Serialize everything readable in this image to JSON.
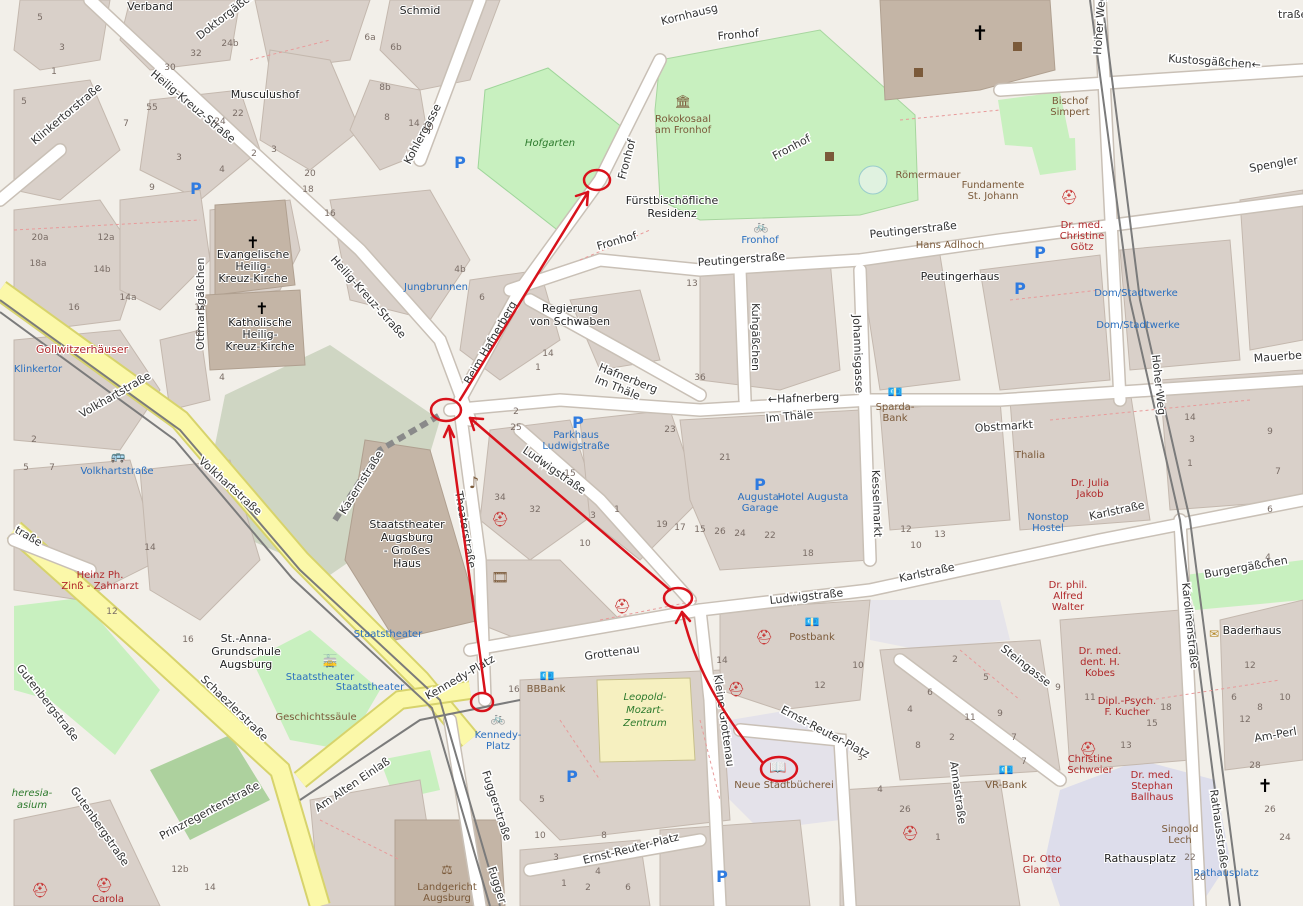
{
  "colors": {
    "background": "#f2efe9",
    "building": "#d9d0c9",
    "building_edge": "#c4b8ae",
    "road": "#ffffff",
    "road_edge": "#c9c0b6",
    "primary": "#fbf8a9",
    "primary_edge": "#d7d36c",
    "rail": "#7b7b7b",
    "park": "#c8f0bf",
    "park2": "#add19e",
    "square": "#ddddeb",
    "annotation": "#d8121b"
  },
  "streets": [
    {
      "id": "heilig-kreuz-strasse-north",
      "label": "Heilig-Kreuz-Straße"
    },
    {
      "id": "heilig-kreuz-strasse-south",
      "label": "Heilig-Kreuz-Straße"
    },
    {
      "id": "klinkertorstrasse",
      "label": "Klinkertorstraße"
    },
    {
      "id": "doktorgaesschen",
      "label": "Doktorgäßchen"
    },
    {
      "id": "kohlergasse",
      "label": "Kohlergasse"
    },
    {
      "id": "ottmarsgaesschen",
      "label": "Ottmarsgäßchen"
    },
    {
      "id": "volkhartstrasse-1",
      "label": "Volkhartstraße"
    },
    {
      "id": "volkhartstrasse-2",
      "label": "Volkhartstraße"
    },
    {
      "id": "kasernstrasse",
      "label": "Kasernstraße"
    },
    {
      "id": "beim-hafnerberg",
      "label": "Beim Hafnerberg"
    },
    {
      "id": "theaterstrasse",
      "label": "Theaterstraße"
    },
    {
      "id": "ludwigstrasse-diag",
      "label": "Ludwigstraße"
    },
    {
      "id": "hafnerberg-diag",
      "label": "Hafnerberg"
    },
    {
      "id": "im-thaele-diag",
      "label": "Im Thäle"
    },
    {
      "id": "im-thaele",
      "label": "Im Thäle"
    },
    {
      "id": "hafnerberg",
      "label": "←Hafnerberg"
    },
    {
      "id": "fronhof-1",
      "label": "Fronhof"
    },
    {
      "id": "fronhof-2",
      "label": "Fronhof"
    },
    {
      "id": "fronhof-3",
      "label": "Fronhof"
    },
    {
      "id": "fronhof-4",
      "label": "Fronhof"
    },
    {
      "id": "peutingerstrasse",
      "label": "Peutingerstraße"
    },
    {
      "id": "peutingerstrasse-2",
      "label": "Peutingerstraße"
    },
    {
      "id": "kuhgaesschen",
      "label": "Kuhgäßchen"
    },
    {
      "id": "johannisgasse",
      "label": "Johannisgasse"
    },
    {
      "id": "obstmarkt",
      "label": "Obstmarkt"
    },
    {
      "id": "kesselmarkt",
      "label": "Kesselmarkt"
    },
    {
      "id": "karlstrasse",
      "label": "Karlstraße"
    },
    {
      "id": "karlstrasse-2",
      "label": "Karlstraße"
    },
    {
      "id": "ludwigstrasse",
      "label": "Ludwigstraße"
    },
    {
      "id": "grottenau",
      "label": "Grottenau"
    },
    {
      "id": "kennedy-platz",
      "label": "Kennedy-Platz"
    },
    {
      "id": "kleine-grottenau",
      "label": "Kleine Grottenau"
    },
    {
      "id": "ernst-reuter-platz",
      "label": "Ernst-Reuter-Platz"
    },
    {
      "id": "ernst-reuter-platz-2",
      "label": "Ernst-Reuter-Platz"
    },
    {
      "id": "fuggerstrasse",
      "label": "Fuggerstraße"
    },
    {
      "id": "fugger",
      "label": "Fugger"
    },
    {
      "id": "schaezlerstrasse",
      "label": "Schaezlerstraße"
    },
    {
      "id": "gutenbergstrasse-1",
      "label": "Gutenbergstraße"
    },
    {
      "id": "gutenbergstrasse-2",
      "label": "Gutenbergstraße"
    },
    {
      "id": "prinzregentenstrasse",
      "label": "Prinzregentenstraße"
    },
    {
      "id": "am-alten-einlass",
      "label": "Am Alten Einlaß"
    },
    {
      "id": "steingasse",
      "label": "Steingasse"
    },
    {
      "id": "annastrasse",
      "label": "Annastraße"
    },
    {
      "id": "karolinenstrasse",
      "label": "Karolinenstraße"
    },
    {
      "id": "hoher-weg-1",
      "label": "Hoher Weg"
    },
    {
      "id": "hoher-weg-2",
      "label": "Hoher Weg"
    },
    {
      "id": "rathausstrasse",
      "label": "Rathausstraße"
    },
    {
      "id": "kornhausgasse",
      "label": "Kornhausg"
    },
    {
      "id": "kustosgaesschen",
      "label": "Kustosgäßchen←"
    },
    {
      "id": "spenglergaesschen",
      "label": "Spengler"
    },
    {
      "id": "mauerberg",
      "label": "Mauerbe"
    },
    {
      "id": "burgergaesschen",
      "label": "Burgergäßchen"
    },
    {
      "id": "am-perlach",
      "label": "Am-Perl"
    },
    {
      "id": "strasse-edge",
      "label": "traße"
    },
    {
      "id": "strasse-edge-2",
      "label": "traße"
    }
  ],
  "places": [
    {
      "id": "musculushof",
      "label": "Musculushof"
    },
    {
      "id": "evang-kirche",
      "label": "Evangelische Heilig- Kreuz-Kirche"
    },
    {
      "id": "kath-kirche",
      "label": "Katholische Heilig- Kreuz-Kirche"
    },
    {
      "id": "gollwitzerhaeuser",
      "label": "Gollwitzerhäuser"
    },
    {
      "id": "fuerstbischoefliche-residenz",
      "label": "Fürstbischöfliche Residenz"
    },
    {
      "id": "regierung-schwaben",
      "label": "Regierung von Schwaben"
    },
    {
      "id": "staatstheater",
      "label": "Staatstheater Augsburg - Großes Haus"
    },
    {
      "id": "st-anna",
      "label": "St.-Anna- Grundschule Augsburg"
    },
    {
      "id": "peutingerhaus",
      "label": "Peutingerhaus"
    },
    {
      "id": "baderhaus",
      "label": "Baderhaus"
    },
    {
      "id": "rathausplatz",
      "label": "Rathausplatz"
    },
    {
      "id": "schmid",
      "label": "Schmid"
    },
    {
      "id": "verband",
      "label": "Verband"
    }
  ],
  "pois": [
    {
      "id": "rokokosaal",
      "label": "Rokokosaal am Fronhof",
      "kind": "brown"
    },
    {
      "id": "roemermauer",
      "label": "Römermauer",
      "kind": "brown"
    },
    {
      "id": "fundamente",
      "label": "Fundamente St. Johann",
      "kind": "brown"
    },
    {
      "id": "bischof-simpert",
      "label": "Bischof Simpert",
      "kind": "brown"
    },
    {
      "id": "hans-adlhoch",
      "label": "Hans Adlhoch",
      "kind": "brown"
    },
    {
      "id": "dr-christine-goetz",
      "label": "Dr. med. Christine Götz",
      "kind": "red"
    },
    {
      "id": "dom-stadtwerke-1",
      "label": "Dom/Stadtwerke",
      "kind": "blue"
    },
    {
      "id": "dom-stadtwerke-2",
      "label": "Dom/Stadtwerke",
      "kind": "blue"
    },
    {
      "id": "jungbrunnen",
      "label": "Jungbrunnen",
      "kind": "blue"
    },
    {
      "id": "fronhof-bike",
      "label": "Fronhof",
      "kind": "blue"
    },
    {
      "id": "parkhaus-ludwigstrasse",
      "label": "Parkhaus Ludwigstraße",
      "kind": "blue"
    },
    {
      "id": "augusta-garage",
      "label": "Augusta- Garage",
      "kind": "blue"
    },
    {
      "id": "hotel-augusta",
      "label": "Hotel Augusta",
      "kind": "blue"
    },
    {
      "id": "sparda-bank",
      "label": "Sparda- Bank",
      "kind": "brown"
    },
    {
      "id": "thalia",
      "label": "Thalia",
      "kind": "brown"
    },
    {
      "id": "dr-julia-jakob",
      "label": "Dr. Julia Jakob",
      "kind": "red"
    },
    {
      "id": "nonstop-hostel",
      "label": "Nonstop Hostel",
      "kind": "blue"
    },
    {
      "id": "dr-phil-alfred-walter",
      "label": "Dr. phil. Alfred Walter",
      "kind": "red"
    },
    {
      "id": "dr-med-dent-kobes",
      "label": "Dr. med. dent. H. Kobes",
      "kind": "red"
    },
    {
      "id": "dipl-psych-kucher",
      "label": "Dipl.-Psych. F. Kucher",
      "kind": "red"
    },
    {
      "id": "christine-schweier",
      "label": "Christine Schweier",
      "kind": "red"
    },
    {
      "id": "dr-stephan-ballhaus",
      "label": "Dr. med. Stephan Ballhaus",
      "kind": "red"
    },
    {
      "id": "singold-lech",
      "label": "Singold Lech",
      "kind": "brown"
    },
    {
      "id": "rathausplatz-stop",
      "label": "Rathausplatz",
      "kind": "blue"
    },
    {
      "id": "vr-bank",
      "label": "VR-Bank",
      "kind": "brown"
    },
    {
      "id": "dr-otto-glanzer",
      "label": "Dr. Otto Glanzer",
      "kind": "red"
    },
    {
      "id": "neue-stadtbuecherei",
      "label": "Neue Stadtbücherei",
      "kind": "brown"
    },
    {
      "id": "postbank",
      "label": "Postbank",
      "kind": "brown"
    },
    {
      "id": "bbbank",
      "label": "BBBank",
      "kind": "brown"
    },
    {
      "id": "kennedy-platz-stop",
      "label": "Kennedy- Platz",
      "kind": "blue"
    },
    {
      "id": "staatstheater-stop-1",
      "label": "Staatstheater",
      "kind": "blue"
    },
    {
      "id": "staatstheater-stop-2",
      "label": "Staatstheater",
      "kind": "blue"
    },
    {
      "id": "staatstheater-stop-3",
      "label": "Staatstheater",
      "kind": "blue"
    },
    {
      "id": "geschichtssaeule",
      "label": "Geschichtssäule",
      "kind": "brown"
    },
    {
      "id": "volkhartstrasse-stop",
      "label": "Volkhartstraße",
      "kind": "blue"
    },
    {
      "id": "klinkertor",
      "label": "Klinkertor",
      "kind": "blue"
    },
    {
      "id": "heinz-ph-zinss",
      "label": "Heinz Ph. Zinß - Zahnarzt",
      "kind": "red"
    },
    {
      "id": "carola",
      "label": "Carola",
      "kind": "red"
    },
    {
      "id": "landgericht",
      "label": "Landgericht Augsburg",
      "kind": "brown"
    },
    {
      "id": "theresia-gymnasium",
      "label": "heresia- asium",
      "kind": "italic"
    },
    {
      "id": "hofgarten",
      "label": "Hofgarten",
      "kind": "italic"
    },
    {
      "id": "leopold-mozart-zentrum",
      "label": "Leopold- Mozart- Zentrum",
      "kind": "italic"
    }
  ],
  "house_numbers": [
    "5",
    "24b",
    "22",
    "24",
    "6b",
    "6a",
    "8b",
    "8",
    "14",
    "10",
    "5",
    "3",
    "1",
    "30",
    "32",
    "55",
    "3",
    "7",
    "9",
    "4",
    "2",
    "3",
    "18",
    "16",
    "20",
    "12a",
    "20a",
    "14b",
    "18a",
    "14a",
    "16",
    "12",
    "6",
    "4",
    "4b",
    "6",
    "13",
    "14",
    "1",
    "2",
    "25",
    "36",
    "23",
    "21",
    "34",
    "32",
    "10",
    "15",
    "3",
    "1",
    "19",
    "17",
    "15",
    "26",
    "24",
    "22",
    "18",
    "16",
    "14",
    "12",
    "10",
    "8",
    "6",
    "4",
    "2",
    "26",
    "1",
    "2",
    "3",
    "4",
    "9",
    "7",
    "5",
    "11",
    "10",
    "12",
    "13",
    "14",
    "3",
    "1",
    "9",
    "7",
    "6",
    "4",
    "12",
    "10",
    "8",
    "6",
    "12",
    "28",
    "26",
    "24",
    "22",
    "20",
    "18",
    "15",
    "13",
    "11",
    "9",
    "7",
    "5",
    "3",
    "1",
    "2",
    "4",
    "6",
    "8",
    "10",
    "12",
    "14",
    "16",
    "12b",
    "14",
    "2",
    "5",
    "7",
    "36",
    "34",
    "30"
  ],
  "route_annotation": {
    "description_hidden": true
  }
}
